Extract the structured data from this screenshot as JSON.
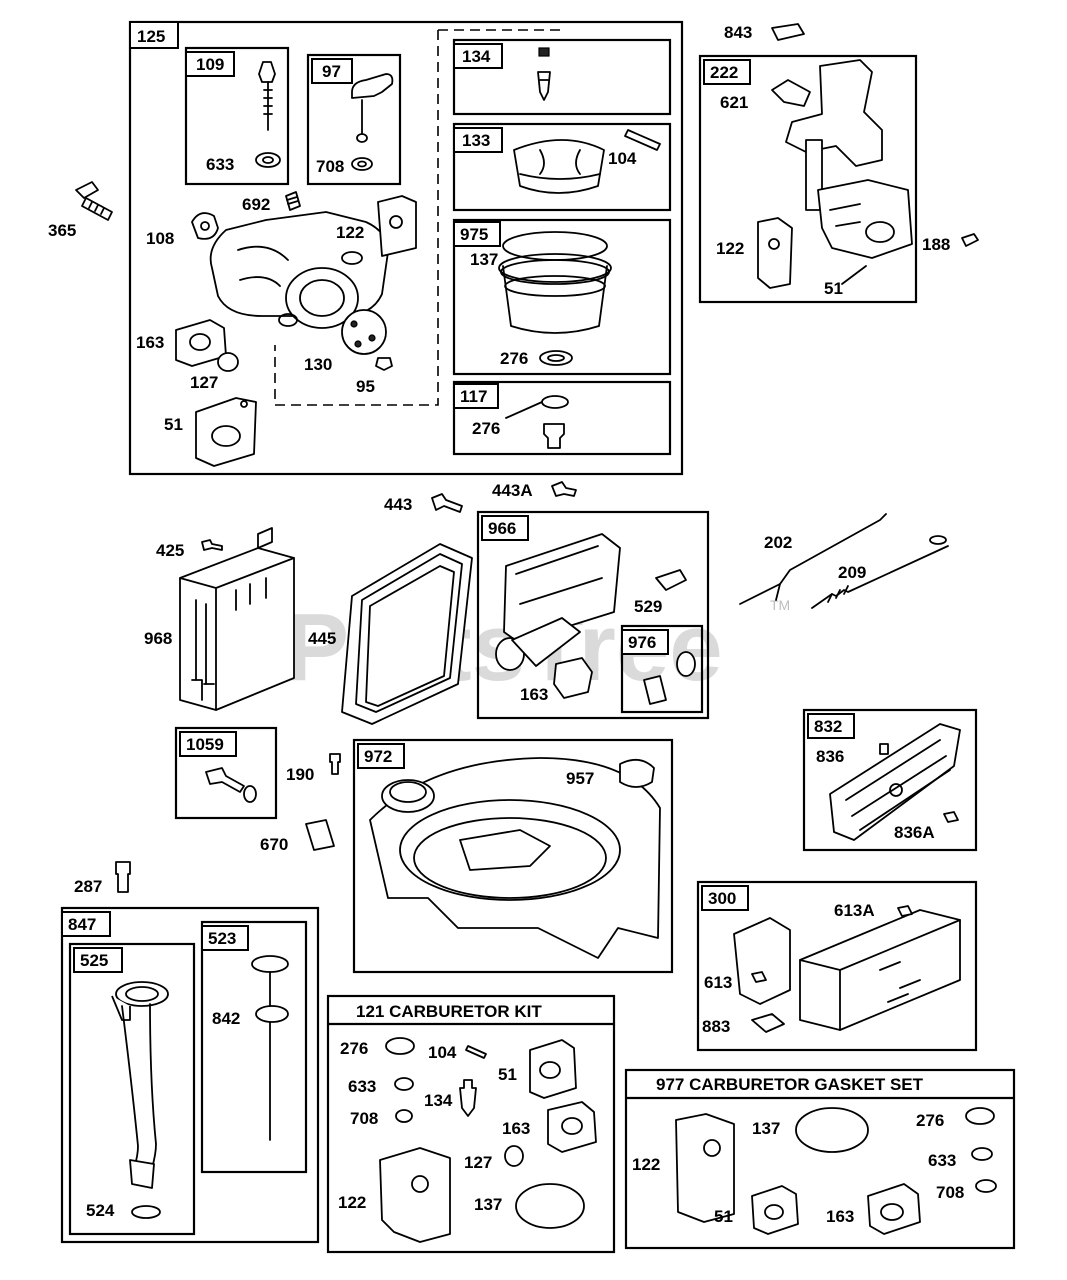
{
  "watermark": {
    "text": "PartsTree",
    "tm": "TM"
  },
  "groups": {
    "g125": "125",
    "g109": "109",
    "g97": "97",
    "g134": "134",
    "g133": "133",
    "g975": "975",
    "g117": "117",
    "g222": "222",
    "g966": "966",
    "g976": "976",
    "g1059": "1059",
    "g972": "972",
    "g832": "832",
    "g300": "300",
    "g847": "847",
    "g525": "525",
    "g523": "523",
    "kit121": "121 CARBURETOR KIT",
    "kit977": "977 CARBURETOR  GASKET SET"
  },
  "callouts": {
    "p633a": "633",
    "p708a": "708",
    "p104a": "104",
    "p137a": "137",
    "p276a": "276",
    "p276b": "276",
    "p692": "692",
    "p108": "108",
    "p122a": "122",
    "p365": "365",
    "p163a": "163",
    "p127a": "127",
    "p130": "130",
    "p95": "95",
    "p51a": "51",
    "p843": "843",
    "p621": "621",
    "p122b": "122",
    "p188": "188",
    "p51b": "51",
    "p443": "443",
    "p443A": "443A",
    "p425": "425",
    "p968": "968",
    "p445": "445",
    "p529": "529",
    "p163b": "163",
    "p202": "202",
    "p209": "209",
    "p190": "190",
    "p670": "670",
    "p957": "957",
    "p836": "836",
    "p836A": "836A",
    "p287": "287",
    "p613A": "613A",
    "p613": "613",
    "p883": "883",
    "p842": "842",
    "p524": "524",
    "k276": "276",
    "k104": "104",
    "k633": "633",
    "k51": "51",
    "k708": "708",
    "k134": "134",
    "k163": "163",
    "k127": "127",
    "k122": "122",
    "k137": "137",
    "s137": "137",
    "s276": "276",
    "s633": "633",
    "s122": "122",
    "s708": "708",
    "s51": "51",
    "s163": "163"
  }
}
